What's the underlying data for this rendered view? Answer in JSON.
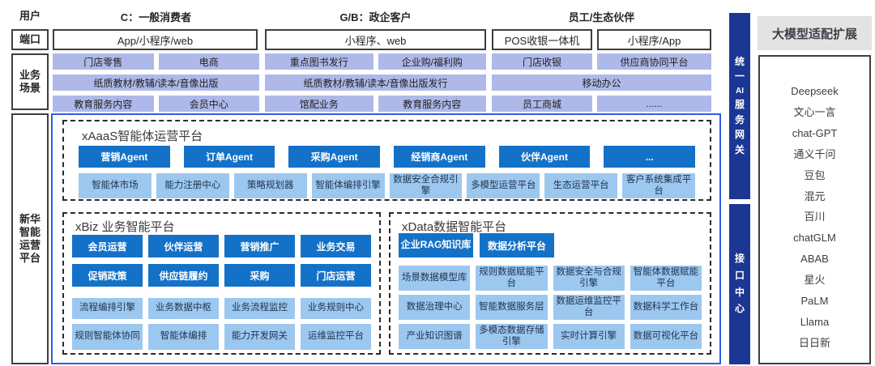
{
  "colors": {
    "dark_blue": "#1471c8",
    "light_blue": "#9cc8f0",
    "periwinkle": "#aeb9e9",
    "navy": "#1b3793",
    "frame_blue": "#2e5ee0",
    "gray_header": "#e3e3e3"
  },
  "rows": {
    "users": {
      "label": "用户",
      "segments": [
        "C：一般消费者",
        "G/B：政企客户",
        "员工/生态伙伴"
      ]
    },
    "ports": {
      "label": "端口",
      "boxes": [
        "App/小程序/web",
        "小程序、web",
        "POS收银一体机",
        "小程序/App"
      ]
    },
    "scenarios": {
      "label_lines": [
        "业务",
        "场景"
      ],
      "col1": {
        "r1": [
          "门店零售",
          "电商"
        ],
        "r2": "纸质教材/教辅/读本/音像出版",
        "r3": [
          "教育服务内容",
          "会员中心"
        ]
      },
      "col2": {
        "r1": [
          "重点图书发行",
          "企业购/福利购"
        ],
        "r2": "纸质教材/教辅/读本/音像出版发行",
        "r3": [
          "馆配业务",
          "教育服务内容"
        ]
      },
      "col3": {
        "r1": [
          "门店收银",
          "供应商协同平台"
        ],
        "r2": "移动办公",
        "r3": [
          "员工商城",
          "......"
        ]
      }
    }
  },
  "platform": {
    "label_lines": [
      "新华",
      "智能",
      "运营",
      "平台"
    ],
    "xaaas": {
      "title": "xAaaS智能体运营平台",
      "agents": [
        "营销Agent",
        "订单Agent",
        "采购Agent",
        "经销商Agent",
        "伙伴Agent",
        "..."
      ],
      "capabilities": [
        "智能体市场",
        "能力注册中心",
        "策略规划器",
        "智能体编排引擎",
        "数据安全合规引擎",
        "多模型运营平台",
        "生态运营平台",
        "客户系统集成平台"
      ]
    },
    "xbiz": {
      "title": "xBiz 业务智能平台",
      "dark1": [
        "会员运营",
        "伙伴运营",
        "营销推广",
        "业务交易"
      ],
      "dark2": [
        "促销政策",
        "供应链履约",
        "采购",
        "门店运营"
      ],
      "light1": [
        "流程编排引擎",
        "业务数据中枢",
        "业务流程监控",
        "业务规则中心"
      ],
      "light2": [
        "规则智能体协同",
        "智能体编排",
        "能力开发网关",
        "运维监控平台"
      ]
    },
    "xdata": {
      "title": "xData数据智能平台",
      "dark": [
        "企业RAG知识库",
        "数据分析平台"
      ],
      "light1": [
        "场景数据模型库",
        "规则数据赋能平台",
        "数据安全与合规引擎",
        "智能体数据赋能平台"
      ],
      "light2": [
        "数据治理中心",
        "智能数据服务层",
        "数据运维监控平台",
        "数据科学工作台"
      ],
      "light3": [
        "产业知识图谱",
        "多模态数据存储引擎",
        "实时计算引擎",
        "数据可视化平台"
      ]
    }
  },
  "gateway": {
    "unified_chars": [
      "统",
      "一",
      "AI",
      "服",
      "务",
      "网",
      "关"
    ],
    "interface_chars": [
      "接",
      "口",
      "中",
      "心"
    ]
  },
  "model_panel": {
    "title": "大模型适配扩展",
    "models": [
      "Deepseek",
      "文心一言",
      "chat-GPT",
      "通义千问",
      "豆包",
      "混元",
      "百川",
      "chatGLM",
      "ABAB",
      "星火",
      "PaLM",
      "Llama",
      "日日新"
    ]
  }
}
